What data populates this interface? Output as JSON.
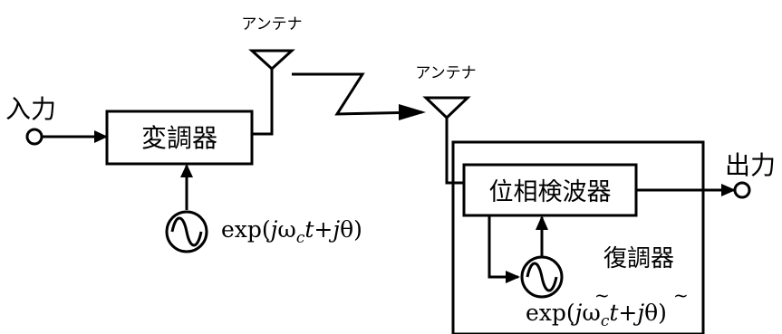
{
  "input_label": "入力",
  "output_label": "出力",
  "modulator_label": "変調器",
  "phase_detector_label": "位相検波器",
  "demodulator_label": "復調器",
  "tx_antenna_label": "アンテナ",
  "rx_antenna_label": "アンテナ",
  "tx_oscillator_formula": {
    "prefix": "exp(",
    "j1": "j",
    "omega": "ω",
    "sub": "c",
    "t": "t",
    "plus": "+",
    "j2": "j",
    "theta": "θ",
    "suffix": ")"
  },
  "rx_oscillator_formula": {
    "prefix": "exp(",
    "j1": "j",
    "omega": "ω",
    "sub": "c",
    "t": "t",
    "plus": "+",
    "j2": "j",
    "theta": "θ",
    "suffix": ")"
  },
  "colors": {
    "stroke": "#000000",
    "background": "#ffffff"
  }
}
